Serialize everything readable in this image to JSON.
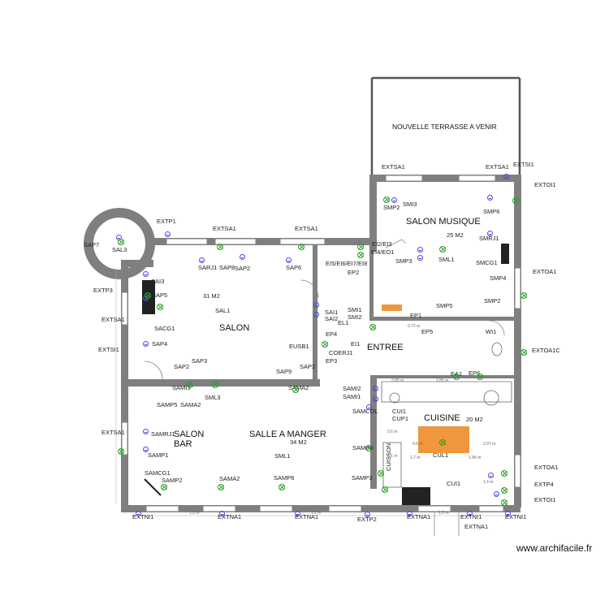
{
  "rooms": {
    "terrace": "NOUVELLE TERRASSE A VENIR",
    "salon_musique": "SALON MUSIQUE",
    "salon_musique_area": "25 M2",
    "salon": "SALON",
    "salon_area": "31 M2",
    "entree": "ENTREE",
    "salon_bar_1": "SALON",
    "salon_bar_2": "BAR",
    "salle_a_manger": "SALLE A MANGER",
    "salle_a_manger_area": "34 M2",
    "cuisine": "CUISINE",
    "cuisine_area": "20 M2",
    "cuisson": "CUISSON"
  },
  "watermark": "www.archifacile.fr",
  "labels": [
    "EXTSA1",
    "EXTSA1",
    "EXTSI1",
    "EXTOI1",
    "SMP2",
    "SMI3",
    "SMP6",
    "25 M2",
    "SMRJ1",
    "EXTP1",
    "EXTSA1",
    "EXTSA1",
    "SAP7",
    "SAL3",
    "EI2/EI3",
    "EI4/EO1",
    "SMP3",
    "SML1",
    "SMCG1",
    "SARJ1",
    "SAP8",
    "SAP2",
    "SAP6",
    "EI5/EI6/EI7/EI8",
    "EP2",
    "SMP4",
    "EXTOA1",
    "EXTP3",
    "SAI3",
    "SAP5",
    "31 M2",
    "SAL1",
    "SAI1",
    "SAI2",
    "SMI1",
    "SMI2",
    "EP1",
    "SMP5",
    "SMP2",
    "EXTSA1",
    "SACG1",
    "EL1",
    "EP4",
    "EP5",
    "WI1",
    "EXTOA1C",
    "SAP4",
    "EUSB1",
    "EI1",
    "COERJ1",
    "EP3",
    "EXTSI1",
    "SAP3",
    "SAP2",
    "SAP9",
    "SAP2",
    "EA1",
    "EP6",
    "SAMI3",
    "SML3",
    "SAMA2",
    "SAMP5",
    "SAMA2",
    "SAMI2",
    "SAMI1",
    "SAMCOL",
    "EXTSA1",
    "SAMRJ1",
    "SAMP1",
    "CUI1",
    "CUP1",
    "SAMP4",
    "SML1",
    "CUL1",
    "SAMCG1",
    "SAMP2",
    "SAMA2",
    "SAMP6",
    "SAMP3",
    "CUI1",
    "EXTOA1",
    "EXTP4",
    "EXTOI1",
    "EXTNI1",
    "EXTNA1",
    "EXTNA1",
    "EXTP2",
    "EXTNA1",
    "EXTNI1",
    "EXTNI1",
    "EXTNA1"
  ],
  "dims": [
    "1.2 m",
    "1.2 m",
    "1.2 m",
    "0.72 m",
    "2.85 m",
    "2.85 m",
    "0.6 m",
    "0.6 m",
    "2.07 m",
    "1.1 m",
    "1.7 m",
    "1.45 m",
    "1.4 m"
  ]
}
